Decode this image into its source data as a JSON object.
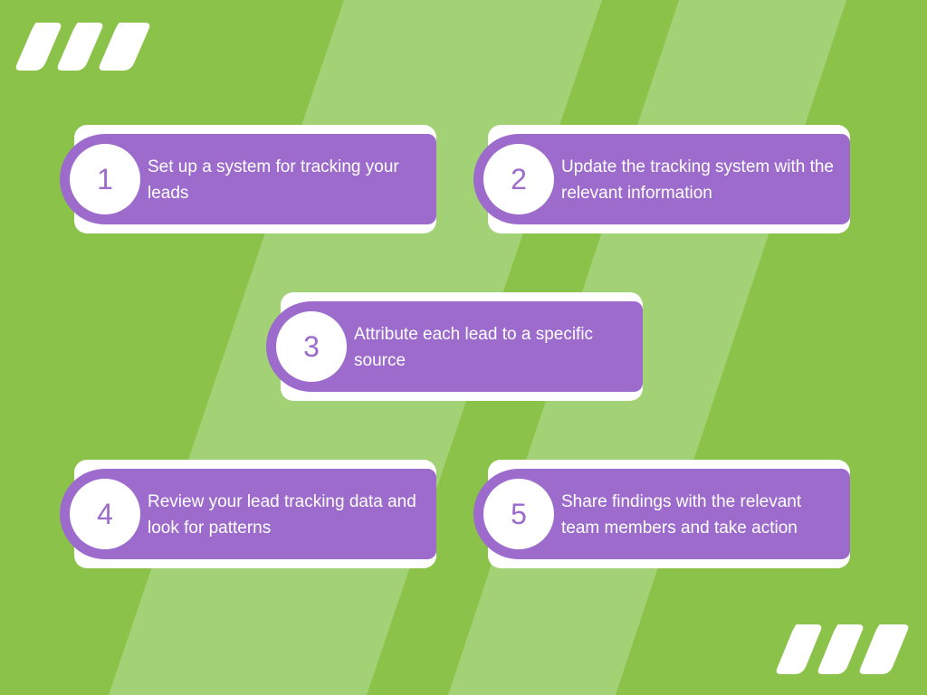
{
  "colors": {
    "background": "#8bc34a",
    "stripe": "#a3d175",
    "card": "#9c6bcc",
    "card_shadow": "#ffffff",
    "circle": "#ffffff",
    "logo": "#ffffff"
  },
  "logos": [
    {
      "name": "slash-logo-top-left",
      "icon": "triple-slash-logo"
    },
    {
      "name": "slash-logo-bottom-right",
      "icon": "triple-slash-logo"
    }
  ],
  "steps": [
    {
      "number": "1",
      "text": "Set up a system for tracking your leads"
    },
    {
      "number": "2",
      "text": "Update the tracking system with the relevant information"
    },
    {
      "number": "3",
      "text": "Attribute each lead to a specific source"
    },
    {
      "number": "4",
      "text": "Review your lead tracking data and look for patterns"
    },
    {
      "number": "5",
      "text": "Share findings with the relevant team members and take action"
    }
  ]
}
